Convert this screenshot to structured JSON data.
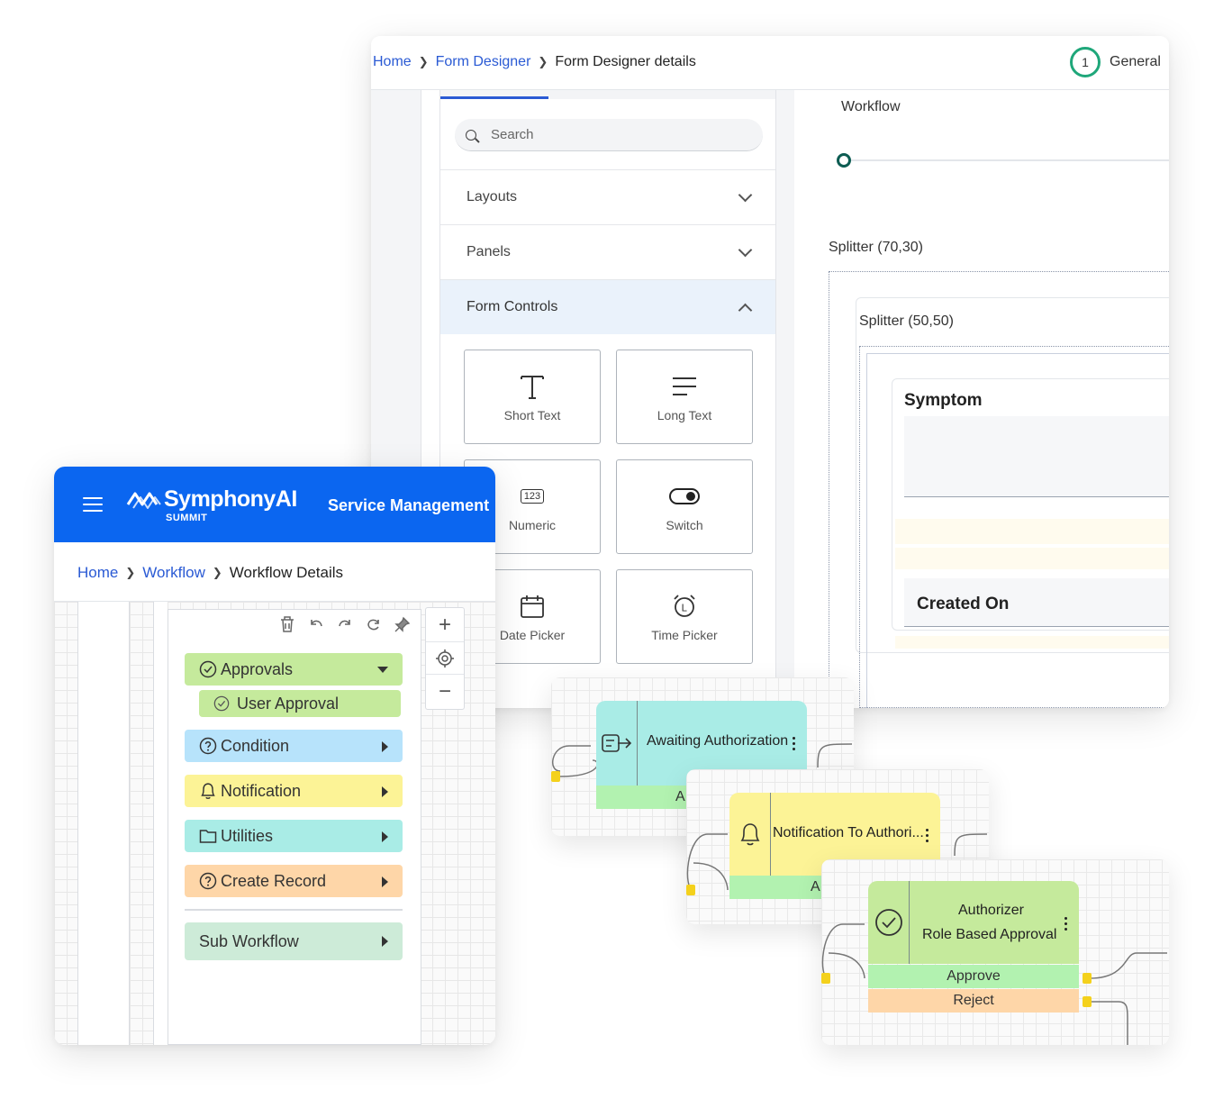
{
  "form_designer": {
    "breadcrumb": {
      "home": "Home",
      "section": "Form Designer",
      "current": "Form Designer details"
    },
    "step": {
      "number": "1",
      "label": "General"
    },
    "palette": {
      "search_placeholder": "Search",
      "sections": [
        {
          "label": "Layouts"
        },
        {
          "label": "Panels"
        },
        {
          "label": "Form Controls"
        }
      ],
      "controls": [
        {
          "label": "Short Text",
          "icon": "text-t-icon"
        },
        {
          "label": "Long Text",
          "icon": "lines-icon"
        },
        {
          "label": "Numeric",
          "icon": "123-icon",
          "glyph": "123"
        },
        {
          "label": "Switch",
          "icon": "toggle-icon"
        },
        {
          "label": "Date Picker",
          "icon": "calendar-icon"
        },
        {
          "label": "Time Picker",
          "icon": "alarm-clock-icon",
          "glyph": "L"
        }
      ]
    },
    "canvas": {
      "workflow_label": "Workflow",
      "splitter_outer": "Splitter (70,30)",
      "splitter_inner": "Splitter (50,50)",
      "field_symptom": "Symptom",
      "field_created_on": "Created On"
    }
  },
  "workflow_app": {
    "header": {
      "brand": "SymphonyAI",
      "brand_sub": "SUMMIT",
      "product": "Service Management"
    },
    "breadcrumb": {
      "home": "Home",
      "section": "Workflow",
      "current": "Workflow Details"
    },
    "groups": [
      {
        "label": "Approvals",
        "color": "#c5ea9c"
      },
      {
        "label": "User Approval",
        "color": "#c5ea9c"
      },
      {
        "label": "Condition",
        "color": "#b7e3fb"
      },
      {
        "label": "Notification",
        "color": "#fcf396"
      },
      {
        "label": "Utilities",
        "color": "#a9ece6"
      },
      {
        "label": "Create Record",
        "color": "#fed6a8"
      },
      {
        "label": "Sub Workflow",
        "color": "#cdebd8"
      }
    ],
    "zoom": {
      "plus": "+",
      "minus": "−"
    }
  },
  "nodes": {
    "n1": {
      "title": "Awaiting Authorization",
      "out_label": "A",
      "color": "#a9ece6",
      "out_color": "#b2f2b0"
    },
    "n2": {
      "title": "Notification To Authori...",
      "out_label": "A",
      "color": "#fcf396",
      "out_color": "#b2f2b0"
    },
    "n3": {
      "title_line1": "Authorizer",
      "title_line2": "Role Based Approval",
      "approve": "Approve",
      "reject": "Reject",
      "color": "#c5ea9c",
      "approve_color": "#b2f2b0",
      "reject_color": "#fed6a8"
    }
  },
  "colors": {
    "brand_blue": "#0b66f0",
    "link": "#2a5ad4",
    "step_ring": "#1fa77a"
  }
}
